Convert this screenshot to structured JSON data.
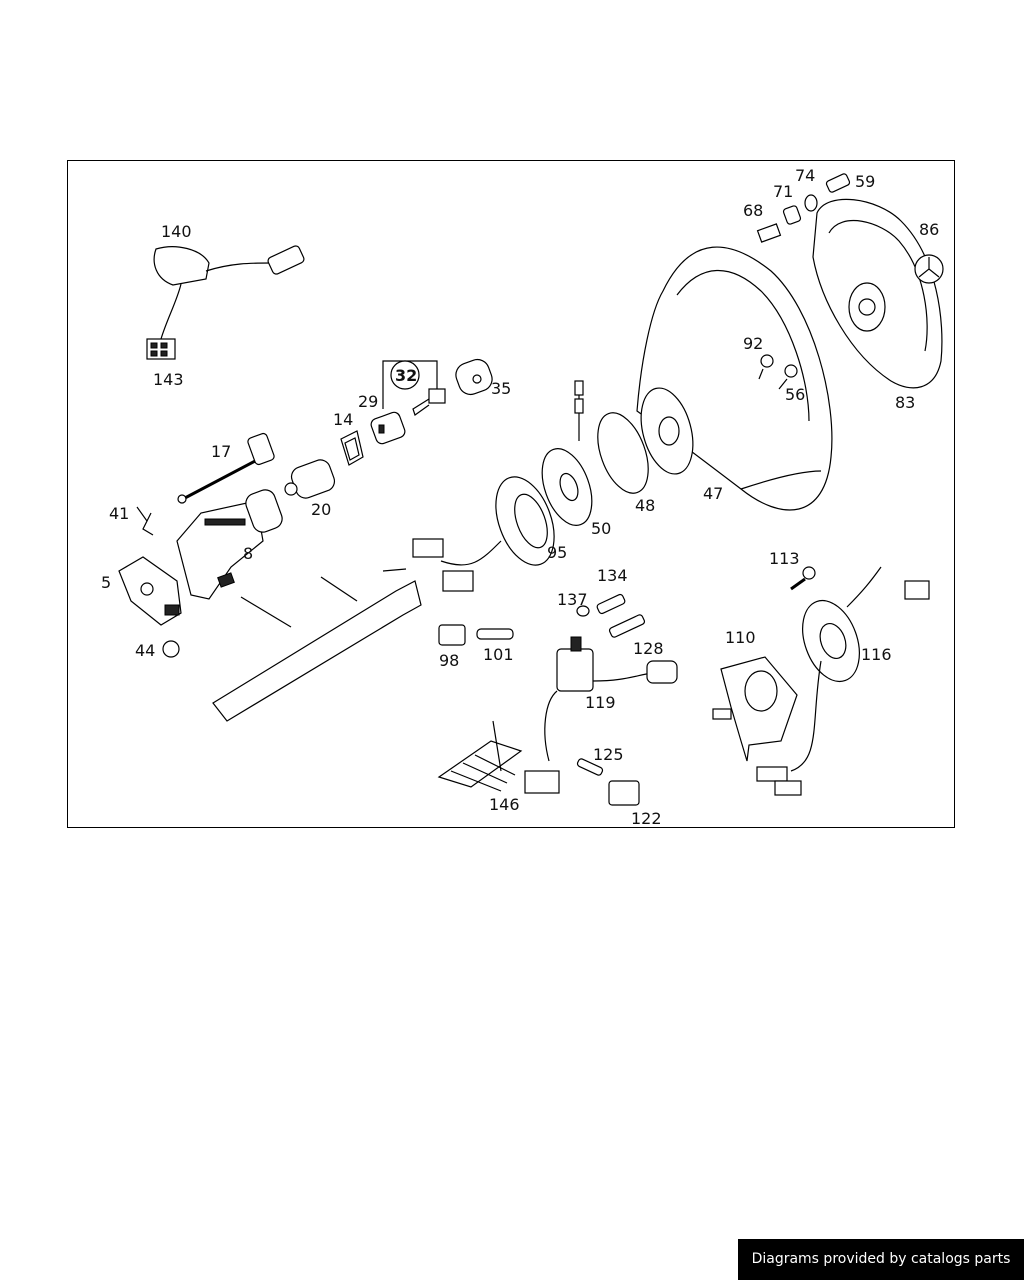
{
  "parts": [
    {
      "id": "p140",
      "label": "140"
    },
    {
      "id": "p143",
      "label": "143"
    },
    {
      "id": "p32",
      "label": "32"
    },
    {
      "id": "p35",
      "label": "35"
    },
    {
      "id": "p29",
      "label": "29"
    },
    {
      "id": "p14",
      "label": "14"
    },
    {
      "id": "p17",
      "label": "17"
    },
    {
      "id": "p20",
      "label": "20"
    },
    {
      "id": "p41",
      "label": "41"
    },
    {
      "id": "p8",
      "label": "8"
    },
    {
      "id": "p5",
      "label": "5"
    },
    {
      "id": "p44",
      "label": "44"
    },
    {
      "id": "p95",
      "label": "95"
    },
    {
      "id": "p50",
      "label": "50"
    },
    {
      "id": "p48",
      "label": "48"
    },
    {
      "id": "p47",
      "label": "47"
    },
    {
      "id": "p92",
      "label": "92"
    },
    {
      "id": "p56",
      "label": "56"
    },
    {
      "id": "p68",
      "label": "68"
    },
    {
      "id": "p71",
      "label": "71"
    },
    {
      "id": "p74",
      "label": "74"
    },
    {
      "id": "p59",
      "label": "59"
    },
    {
      "id": "p86",
      "label": "86"
    },
    {
      "id": "p83",
      "label": "83"
    },
    {
      "id": "p98",
      "label": "98"
    },
    {
      "id": "p101",
      "label": "101"
    },
    {
      "id": "p137",
      "label": "137"
    },
    {
      "id": "p134",
      "label": "134"
    },
    {
      "id": "p128",
      "label": "128"
    },
    {
      "id": "p119",
      "label": "119"
    },
    {
      "id": "p125",
      "label": "125"
    },
    {
      "id": "p146",
      "label": "146"
    },
    {
      "id": "p122",
      "label": "122"
    },
    {
      "id": "p113",
      "label": "113"
    },
    {
      "id": "p110",
      "label": "110"
    },
    {
      "id": "p116",
      "label": "116"
    }
  ],
  "watermark": "Diagrams provided by catalogs parts"
}
